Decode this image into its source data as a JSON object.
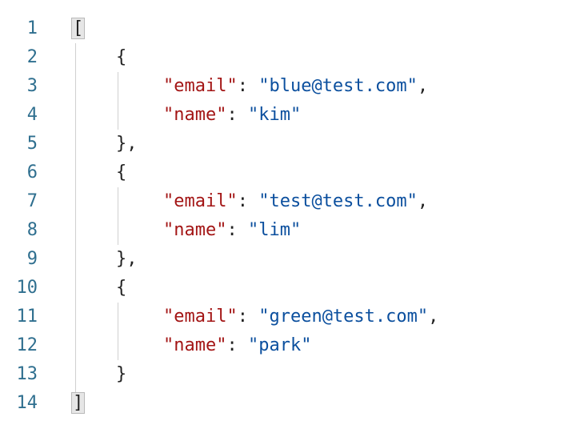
{
  "editor": {
    "line_numbers": [
      "1",
      "2",
      "3",
      "4",
      "5",
      "6",
      "7",
      "8",
      "9",
      "10",
      "11",
      "12",
      "13",
      "14"
    ],
    "open_bracket": "[",
    "close_bracket": "]",
    "open_brace": "{",
    "close_brace": "}",
    "close_brace_comma": "},",
    "colon": ": ",
    "comma": ",",
    "objects": [
      {
        "email_key": "\"email\"",
        "email_value": "\"blue@test.com\"",
        "name_key": "\"name\"",
        "name_value": "\"kim\""
      },
      {
        "email_key": "\"email\"",
        "email_value": "\"test@test.com\"",
        "name_key": "\"name\"",
        "name_value": "\"lim\""
      },
      {
        "email_key": "\"email\"",
        "email_value": "\"green@test.com\"",
        "name_key": "\"name\"",
        "name_value": "\"park\""
      }
    ]
  },
  "colors": {
    "line_number": "#2f6f8f",
    "key": "#a31515",
    "string": "#0b4f9e",
    "punctuation": "#222222",
    "bracket_highlight": "#e6e6e6"
  }
}
